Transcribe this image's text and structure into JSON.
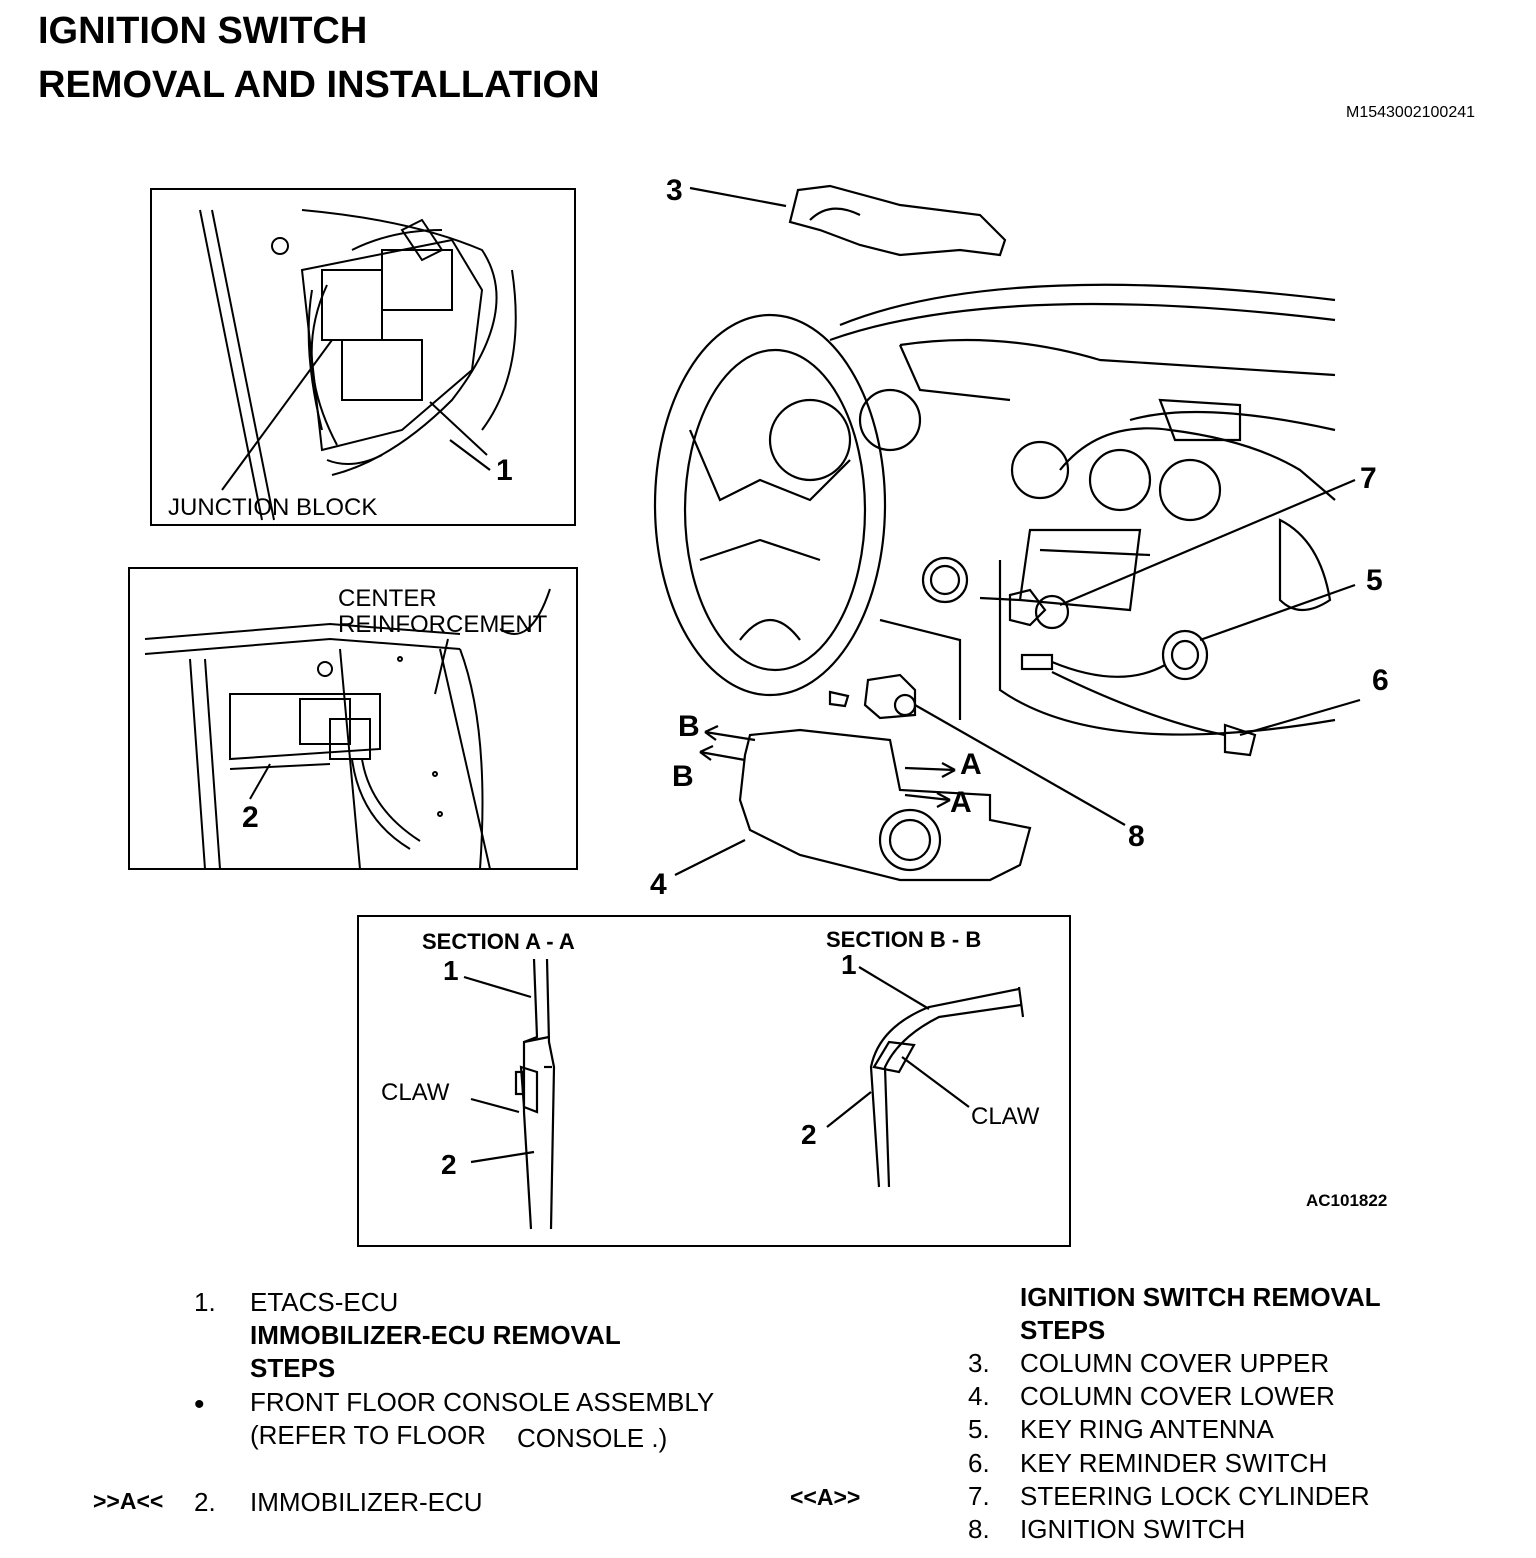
{
  "header": {
    "title": "IGNITION SWITCH",
    "subtitle": "REMOVAL AND INSTALLATION",
    "doc_id": "M1543002100241"
  },
  "inset1": {
    "label_junction": "JUNCTION BLOCK",
    "callout_1": "1"
  },
  "inset2": {
    "label_center": "CENTER",
    "label_reinf": "REINFORCEMENT",
    "callout_2": "2"
  },
  "main_callouts": {
    "c3": "3",
    "c4": "4",
    "c5": "5",
    "c6": "6",
    "c7": "7",
    "c8": "8",
    "a1": "A",
    "a2": "A",
    "b1": "B",
    "b2": "B"
  },
  "sections": {
    "aa_title": "SECTION A - A",
    "aa_1": "1",
    "aa_2": "2",
    "aa_claw": "CLAW",
    "bb_title": "SECTION B - B",
    "bb_1": "1",
    "bb_2": "2",
    "bb_claw": "CLAW",
    "figure_id": "AC101822"
  },
  "legend_left": {
    "item1_num": "1.",
    "item1_text": "ETACS-ECU",
    "heading_l1": "IMMOBILIZER-ECU REMOVAL",
    "heading_l2": "STEPS",
    "bullet": "•",
    "bullet_l1": "FRONT FLOOR CONSOLE ASSEMBLY",
    "bullet_l2a": "(REFER TO FLOOR",
    "bullet_l2b": "CONSOLE .)",
    "mark": ">>A<<",
    "item2_num": "2.",
    "item2_text": "IMMOBILIZER-ECU"
  },
  "legend_right": {
    "heading_l1": "IGNITION SWITCH REMOVAL",
    "heading_l2": "STEPS",
    "mark": "<<A>>",
    "items": [
      {
        "num": "3.",
        "text": "COLUMN COVER UPPER"
      },
      {
        "num": "4.",
        "text": "COLUMN COVER LOWER"
      },
      {
        "num": "5.",
        "text": "KEY RING ANTENNA"
      },
      {
        "num": "6.",
        "text": "KEY REMINDER SWITCH"
      },
      {
        "num": "7.",
        "text": "STEERING LOCK CYLINDER"
      },
      {
        "num": "8.",
        "text": "IGNITION SWITCH"
      }
    ]
  }
}
